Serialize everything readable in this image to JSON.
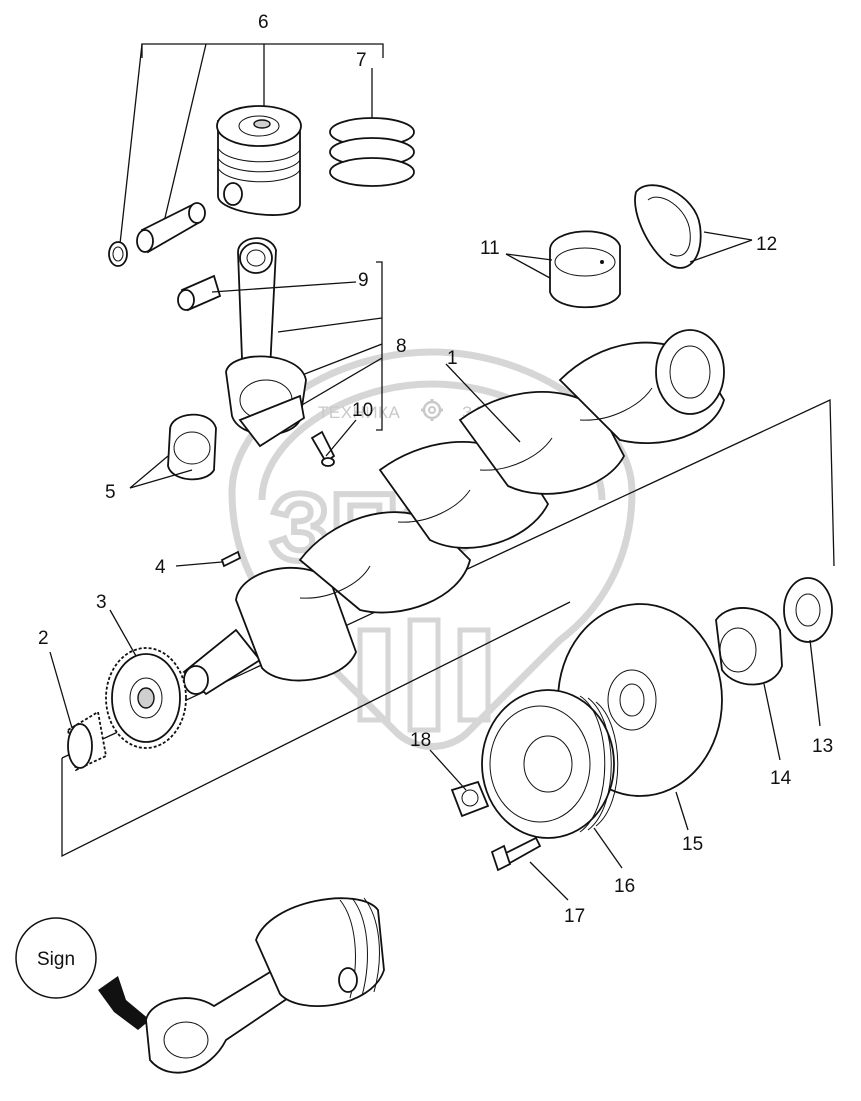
{
  "diagram": {
    "callouts": [
      "1",
      "2",
      "3",
      "4",
      "5",
      "6",
      "7",
      "8",
      "9",
      "10",
      "11",
      "12",
      "13",
      "14",
      "15",
      "16",
      "17",
      "18"
    ],
    "watermark": {
      "left_text": "ТЕХНИКА",
      "right_text": "ЗАПЧАСТИ",
      "logo_text": "ЗПФ",
      "gear_icon": "gear-icon"
    },
    "sign_label": "Sign",
    "arrow_icon": "arrow-icon"
  }
}
